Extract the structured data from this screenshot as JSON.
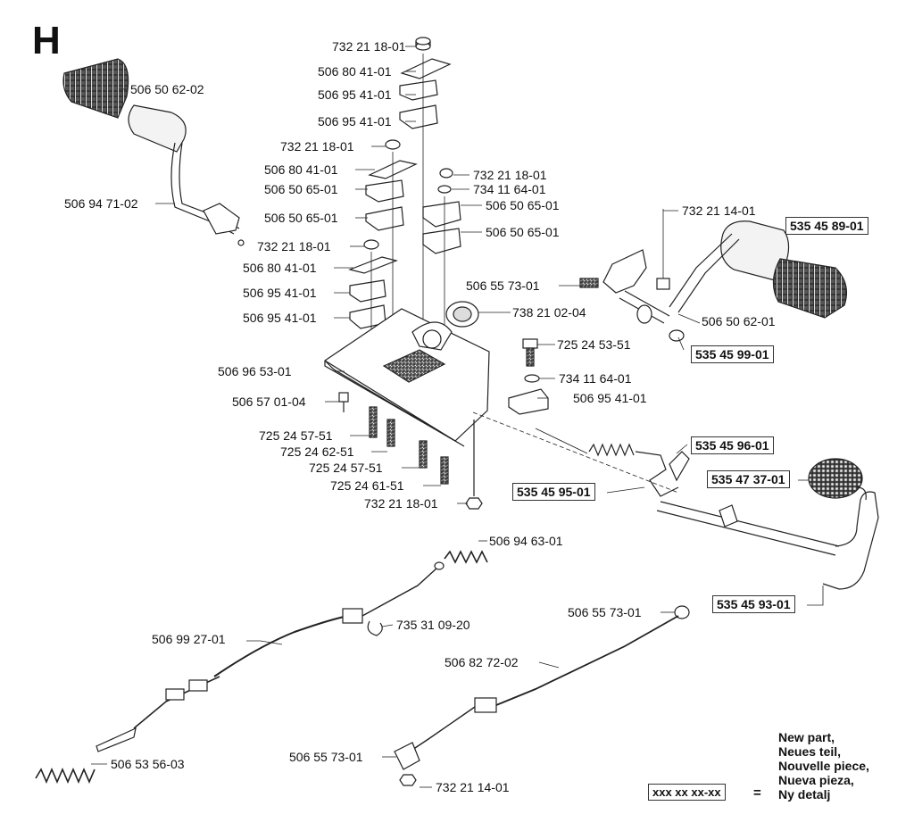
{
  "section": "H",
  "parts": [
    {
      "id": "p1",
      "text": "732 21 18-01",
      "new": false
    },
    {
      "id": "p2",
      "text": "506 80 41-01",
      "new": false
    },
    {
      "id": "p3",
      "text": "506 95 41-01",
      "new": false
    },
    {
      "id": "p4",
      "text": "506 95 41-01",
      "new": false
    },
    {
      "id": "p5",
      "text": "506 50 62-02",
      "new": false
    },
    {
      "id": "p6",
      "text": "732 21 18-01",
      "new": false
    },
    {
      "id": "p7",
      "text": "506 80 41-01",
      "new": false
    },
    {
      "id": "p8",
      "text": "506 50 65-01",
      "new": false
    },
    {
      "id": "p9",
      "text": "732 21 18-01",
      "new": false
    },
    {
      "id": "p10",
      "text": "734 11 64-01",
      "new": false
    },
    {
      "id": "p11",
      "text": "506 94 71-02",
      "new": false
    },
    {
      "id": "p12",
      "text": "506 50 65-01",
      "new": false
    },
    {
      "id": "p13",
      "text": "506 50 65-01",
      "new": false
    },
    {
      "id": "p14",
      "text": "506 50 65-01",
      "new": false
    },
    {
      "id": "p15",
      "text": "732 21 14-01",
      "new": false
    },
    {
      "id": "p16",
      "text": "535 45 89-01",
      "new": true
    },
    {
      "id": "p17",
      "text": "732 21 18-01",
      "new": false
    },
    {
      "id": "p18",
      "text": "506 80 41-01",
      "new": false
    },
    {
      "id": "p19",
      "text": "506 95 41-01",
      "new": false
    },
    {
      "id": "p20",
      "text": "506 55 73-01",
      "new": false
    },
    {
      "id": "p21",
      "text": "506 95 41-01",
      "new": false
    },
    {
      "id": "p22",
      "text": "738 21 02-04",
      "new": false
    },
    {
      "id": "p23",
      "text": "506 50 62-01",
      "new": false
    },
    {
      "id": "p24",
      "text": "725 24 53-51",
      "new": false
    },
    {
      "id": "p25",
      "text": "535 45 99-01",
      "new": true
    },
    {
      "id": "p26",
      "text": "506 96 53-01",
      "new": false
    },
    {
      "id": "p27",
      "text": "734 11 64-01",
      "new": false
    },
    {
      "id": "p28",
      "text": "506 57 01-04",
      "new": false
    },
    {
      "id": "p29",
      "text": "506 95 41-01",
      "new": false
    },
    {
      "id": "p30",
      "text": "725 24 57-51",
      "new": false
    },
    {
      "id": "p31",
      "text": "725 24 62-51",
      "new": false
    },
    {
      "id": "p32",
      "text": "535 45 96-01",
      "new": true
    },
    {
      "id": "p33",
      "text": "725 24 57-51",
      "new": false
    },
    {
      "id": "p34",
      "text": "535 47 37-01",
      "new": true
    },
    {
      "id": "p35",
      "text": "725 24 61-51",
      "new": false
    },
    {
      "id": "p36",
      "text": "535 45 95-01",
      "new": true
    },
    {
      "id": "p37",
      "text": "732 21 18-01",
      "new": false
    },
    {
      "id": "p38",
      "text": "506 94 63-01",
      "new": false
    },
    {
      "id": "p39",
      "text": "535 45 93-01",
      "new": true
    },
    {
      "id": "p40",
      "text": "506 55 73-01",
      "new": false
    },
    {
      "id": "p41",
      "text": "735 31 09-20",
      "new": false
    },
    {
      "id": "p42",
      "text": "506 99 27-01",
      "new": false
    },
    {
      "id": "p43",
      "text": "506 82 72-02",
      "new": false
    },
    {
      "id": "p44",
      "text": "506 53 56-03",
      "new": false
    },
    {
      "id": "p45",
      "text": "506 55 73-01",
      "new": false
    },
    {
      "id": "p46",
      "text": "732 21 14-01",
      "new": false
    }
  ],
  "legend": {
    "lines": [
      "New part,",
      "Neues teil,",
      "Nouvelle piece,",
      "Nueva pieza,",
      "Ny detalj"
    ],
    "box": "xxx xx xx-xx",
    "equals": "="
  }
}
